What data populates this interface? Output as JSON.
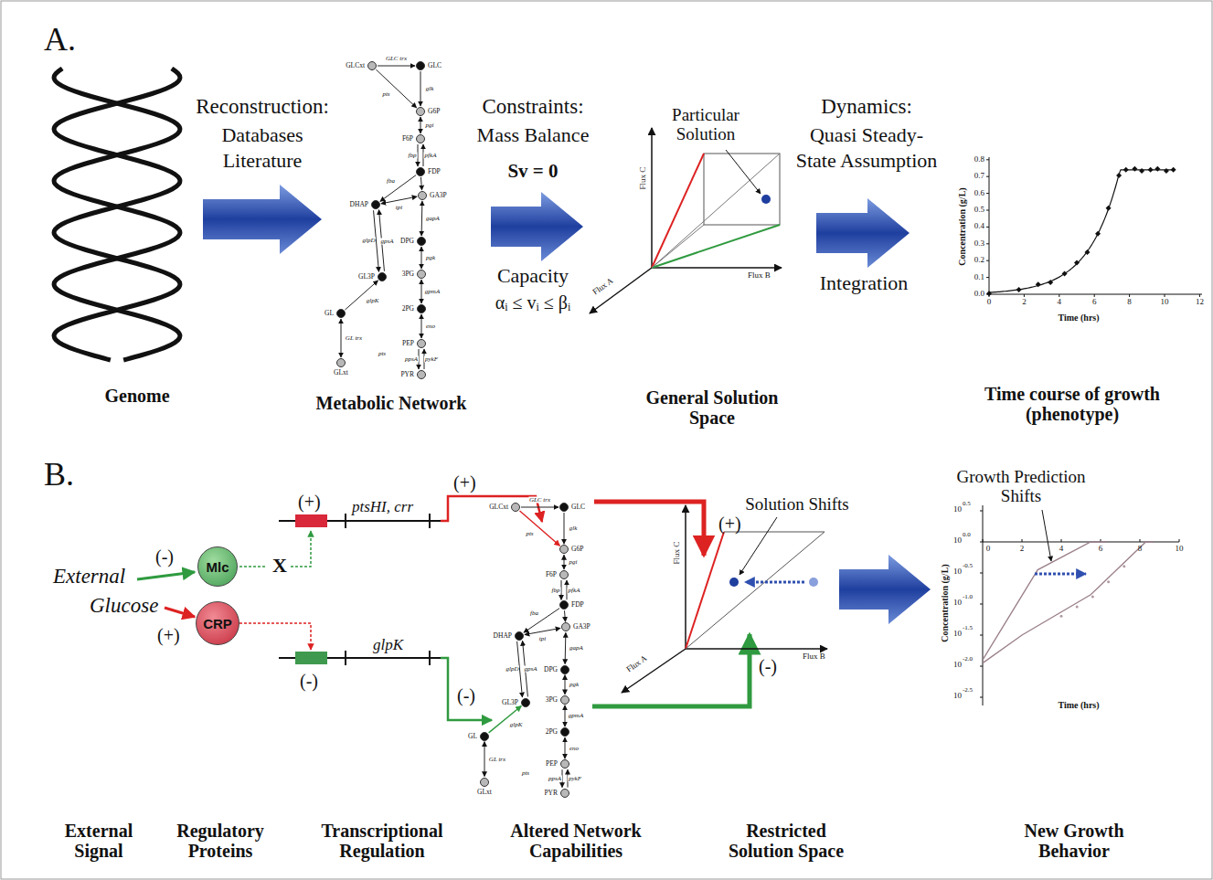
{
  "diagram": {
    "nodes": [
      {
        "text": [
          "GLCxt"
        ]
      },
      {
        "text": [
          "GLC"
        ]
      },
      {
        "text": [
          "G6P"
        ]
      },
      {
        "text": [
          "F6P"
        ]
      },
      {
        "text": [
          "FDP"
        ]
      },
      {
        "text": [
          "DHAP"
        ]
      },
      {
        "text": [
          "GA3P"
        ]
      },
      {
        "text": [
          "GL3P"
        ]
      },
      {
        "text": [
          "GL"
        ]
      },
      {
        "text": [
          "GLxt"
        ]
      },
      {
        "text": [
          "DPG"
        ]
      },
      {
        "text": [
          "3PG"
        ]
      },
      {
        "text": [
          "2PG"
        ]
      },
      {
        "text": [
          "PEP"
        ]
      },
      {
        "text": [
          "PYR"
        ]
      },
      {
        "text": [
          "GLCxt"
        ]
      },
      {
        "text": [
          "GLC"
        ]
      },
      {
        "text": [
          "G6P"
        ]
      },
      {
        "text": [
          "F6P"
        ]
      },
      {
        "text": [
          "FDP"
        ]
      },
      {
        "text": [
          "DHAP"
        ]
      },
      {
        "text": [
          "GA3P"
        ]
      },
      {
        "text": [
          "GL3P"
        ]
      },
      {
        "text": [
          "GL"
        ]
      },
      {
        "text": [
          "GLxt"
        ]
      },
      {
        "text": [
          "DPG"
        ]
      },
      {
        "text": [
          "3PG"
        ]
      },
      {
        "text": [
          "2PG"
        ]
      },
      {
        "text": [
          "PEP"
        ]
      },
      {
        "text": [
          "PYR"
        ]
      },
      {
        "text": [
          "Mlc"
        ]
      },
      {
        "text": [
          "CRP"
        ]
      }
    ],
    "edges": [
      {
        "from": 0,
        "to": 1,
        "label": "GLC trx",
        "arrow": "to"
      },
      {
        "from": 0,
        "to": 2,
        "label": "pts",
        "arrow": "to"
      },
      {
        "from": 1,
        "to": 2,
        "label": "glk",
        "arrow": "to"
      },
      {
        "from": 2,
        "to": 3,
        "label": "pgi",
        "arrow": "both"
      },
      {
        "from": 3,
        "to": 4,
        "label": "pfkA",
        "arrow": "to"
      },
      {
        "from": 4,
        "to": 3,
        "label": "fbp",
        "arrow": "to"
      },
      {
        "from": 4,
        "to": 5,
        "label": "fba",
        "arrow": "to"
      },
      {
        "from": 4,
        "to": 6,
        "arrow": "to"
      },
      {
        "from": 5,
        "to": 6,
        "label": "tpi",
        "arrow": "both"
      },
      {
        "from": 7,
        "to": 5,
        "label": "glpD",
        "arrow": "to"
      },
      {
        "from": 5,
        "to": 7,
        "label": "gpsA",
        "arrow": "to"
      },
      {
        "from": 8,
        "to": 7,
        "label": "glpK",
        "arrow": "to"
      },
      {
        "from": 9,
        "to": 8,
        "label": "GL trx",
        "arrow": "both"
      },
      {
        "from": 6,
        "to": 10,
        "label": "gapA",
        "arrow": "both"
      },
      {
        "from": 10,
        "to": 11,
        "label": "pgk",
        "arrow": "both"
      },
      {
        "from": 11,
        "to": 12,
        "label": "gpmA",
        "arrow": "both"
      },
      {
        "from": 12,
        "to": 13,
        "label": "eno",
        "arrow": "both"
      },
      {
        "from": 13,
        "to": 14,
        "label": "pykF",
        "arrow": "to"
      },
      {
        "from": 14,
        "to": 13,
        "label": "ppsA",
        "arrow": "to"
      },
      {
        "from": 15,
        "to": 16,
        "label": "GLC trx",
        "arrow": "to"
      },
      {
        "from": 15,
        "to": 17,
        "label": "pts",
        "arrow": "to"
      },
      {
        "from": 16,
        "to": 17,
        "label": "glk",
        "arrow": "to"
      },
      {
        "from": 17,
        "to": 18,
        "label": "pgi",
        "arrow": "both"
      },
      {
        "from": 18,
        "to": 19,
        "label": "pfkA",
        "arrow": "to"
      },
      {
        "from": 19,
        "to": 18,
        "label": "fbp",
        "arrow": "to"
      },
      {
        "from": 19,
        "to": 20,
        "label": "fba",
        "arrow": "to"
      },
      {
        "from": 19,
        "to": 21,
        "arrow": "to"
      },
      {
        "from": 20,
        "to": 21,
        "label": "tpi",
        "arrow": "both"
      },
      {
        "from": 22,
        "to": 20,
        "label": "glpD",
        "arrow": "to"
      },
      {
        "from": 20,
        "to": 22,
        "label": "gpsA",
        "arrow": "to"
      },
      {
        "from": 23,
        "to": 22,
        "label": "glpK",
        "arrow": "to"
      },
      {
        "from": 24,
        "to": 23,
        "label": "GL trx",
        "arrow": "both"
      },
      {
        "from": 21,
        "to": 25,
        "label": "gapA",
        "arrow": "both"
      },
      {
        "from": 25,
        "to": 26,
        "label": "pgk",
        "arrow": "both"
      },
      {
        "from": 26,
        "to": 27,
        "label": "gpmA",
        "arrow": "both"
      },
      {
        "from": 27,
        "to": 28,
        "label": "eno",
        "arrow": "both"
      },
      {
        "from": 28,
        "to": 29,
        "label": "pykF",
        "arrow": "to"
      },
      {
        "from": 29,
        "to": 28,
        "label": "ppsA",
        "arrow": "to"
      }
    ],
    "labels": [
      "A.",
      "Reconstruction:",
      "Databases",
      "Literature",
      "Constraints:",
      "Mass Balance",
      "Sv = 0",
      "Capacity",
      "αᵢ ≤ vᵢ ≤ βᵢ",
      "Particular Solution",
      "Dynamics:",
      "Quasi Steady-",
      "State Assumption",
      "Integration",
      "Genome",
      "Metabolic Network",
      "General Solution Space",
      "Time course of growth (phenotype)",
      "0.8",
      "0.7",
      "0.6",
      "0.5",
      "0.4",
      "0.3",
      "0.2",
      "0.1",
      "0.0",
      "0",
      "2",
      "4",
      "6",
      "8",
      "10",
      "12",
      "Concentration (g/L)",
      "Time (hrs)",
      "Flux C",
      "Flux B",
      "Flux A",
      "B.",
      "External",
      "Glucose",
      "(-)",
      "(+)",
      "X",
      "(+)",
      "ptsHI, crr",
      "(-)",
      "glpK",
      "(+)",
      "(-)",
      "Solution Shifts",
      "(+)",
      "(-)",
      "Flux C",
      "Flux B",
      "Flux A",
      "Growth Prediction Shifts",
      "10",
      "0.5",
      "10",
      "0.0",
      "10",
      "-0.5",
      "10",
      "-1.0",
      "10",
      "-1.5",
      "10",
      "-2.0",
      "10",
      "-2.5",
      "0",
      "2",
      "4",
      "6",
      "8",
      "10",
      "Concentration (g/L)",
      "Time (hrs)",
      "External Signal",
      "Regulatory Proteins",
      "Transcriptional Regulation",
      "Altered Network Capabilities",
      "Restricted Solution Space",
      "New Growth Behavior",
      "pts",
      "pts"
    ]
  }
}
